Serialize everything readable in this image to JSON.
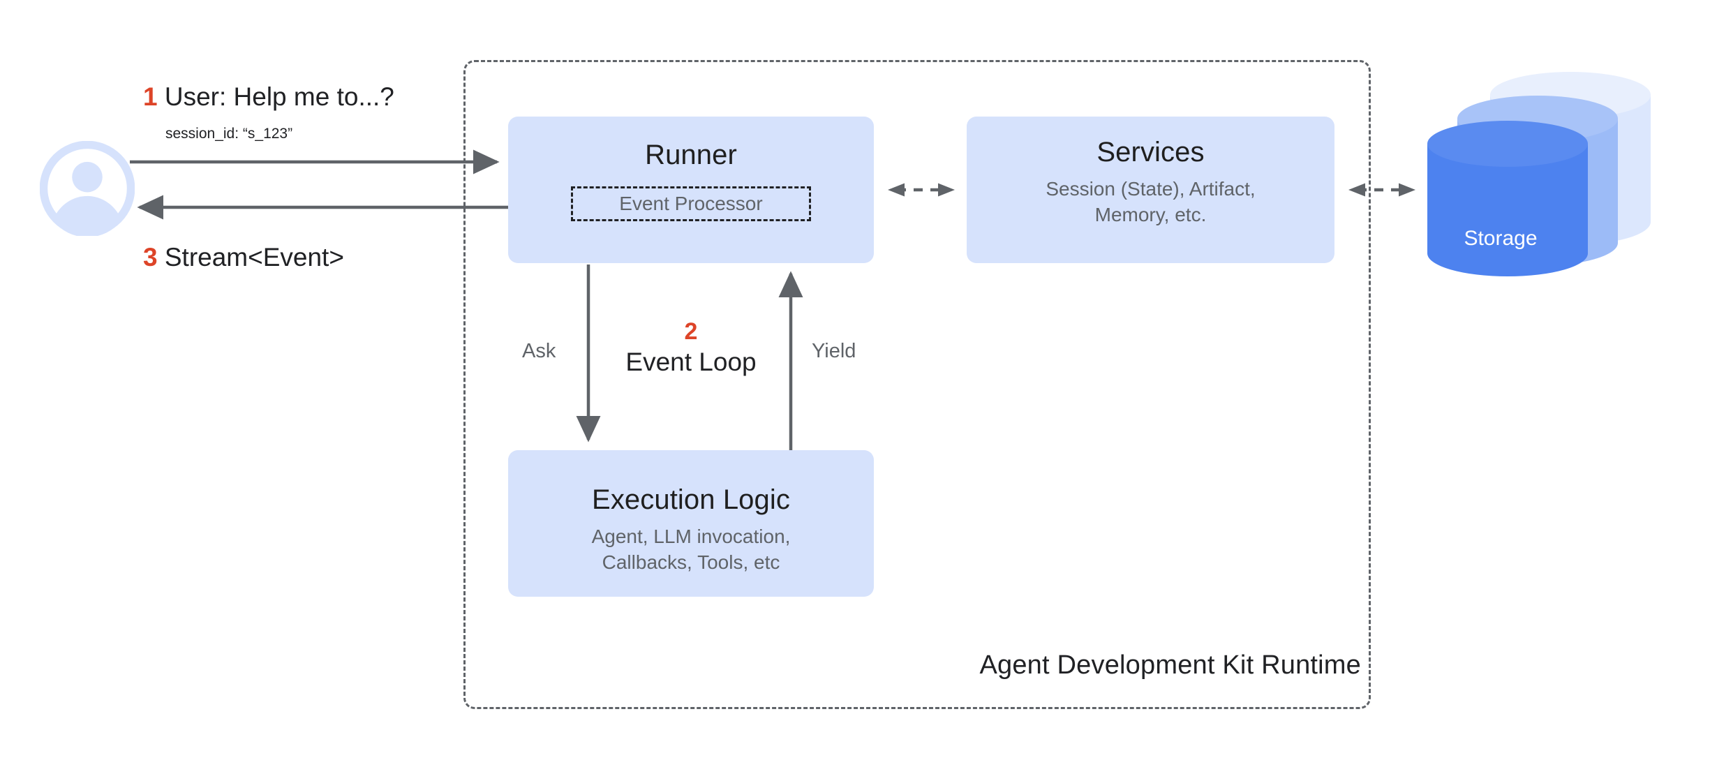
{
  "diagram": {
    "title": "Agent Development Kit Runtime",
    "colors": {
      "node_fill": "#d6e2fc",
      "accent_red": "#dd4428",
      "storage_front": "#4d82ef",
      "storage_mid": "#9cbbf7",
      "storage_back": "#dce7fd",
      "connector": "#5f6368",
      "text_primary": "#202124",
      "text_secondary": "#5f6368"
    }
  },
  "user": {
    "icon": "user-avatar-icon",
    "step1_number": "1",
    "step1_text": "User: Help me to...?",
    "session_meta": "session_id: “s_123”",
    "step3_number": "3",
    "step3_text": "Stream<Event>"
  },
  "nodes": {
    "runner": {
      "title": "Runner",
      "event_processor": "Event Processor"
    },
    "services": {
      "title": "Services",
      "subtitle": "Session (State), Artifact,\nMemory, etc."
    },
    "execution": {
      "title": "Execution Logic",
      "subtitle": "Agent, LLM invocation,\nCallbacks, Tools, etc"
    },
    "storage": {
      "label": "Storage"
    }
  },
  "loop": {
    "ask_label": "Ask",
    "yield_label": "Yield",
    "step2_number": "2",
    "step2_text": "Event Loop"
  }
}
